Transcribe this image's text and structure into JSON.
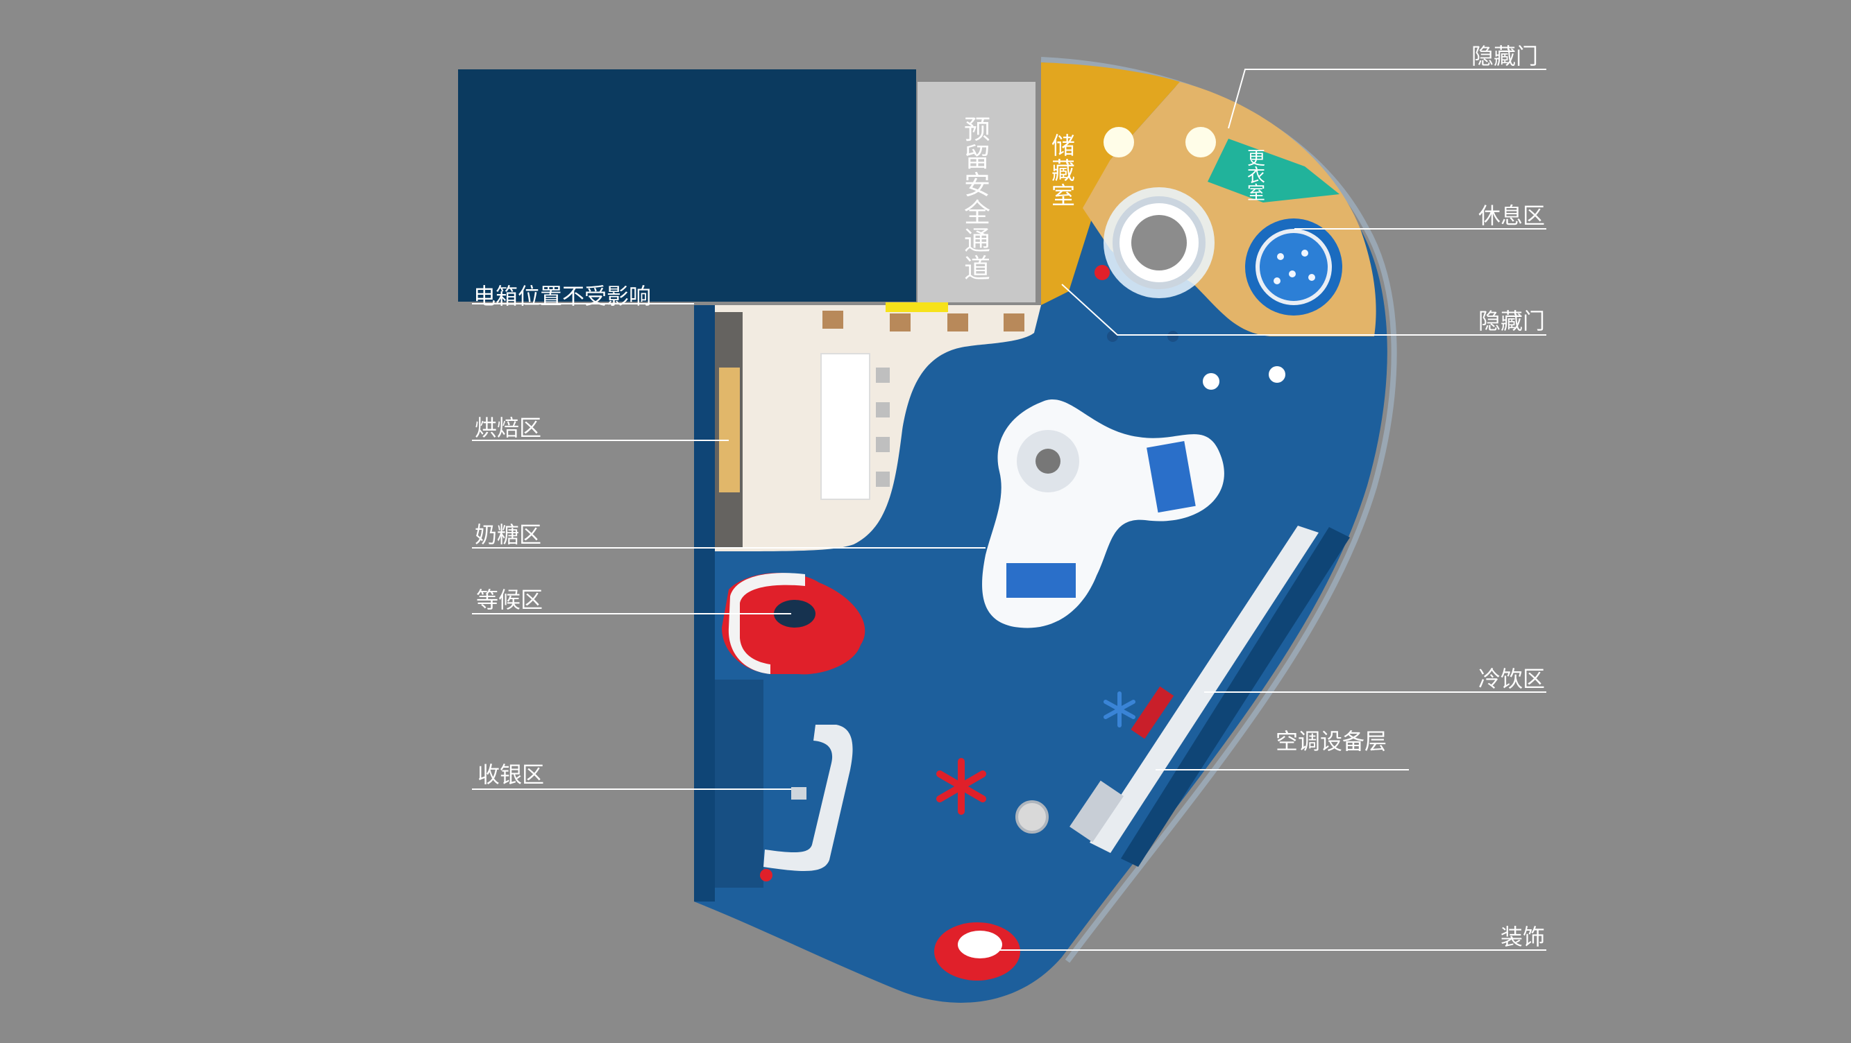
{
  "colors": {
    "background": "#8a8a8a",
    "electric_box": "#0b3a5f",
    "floor_blue": "#1d5f9c",
    "wall_blue": "#0f4576",
    "storage_gold": "#e2a61f",
    "lounge_wood": "#e3b469",
    "changing_teal": "#21b39b",
    "corridor_grey": "#c8c8c8",
    "bakery_cream": "#f2ebe1",
    "waiting_red": "#e0202a",
    "white": "#ffffff",
    "accent_yellow": "#f6e21a"
  },
  "rooms": {
    "safety_passage": [
      "预",
      "留",
      "安",
      "全",
      "通",
      "道"
    ],
    "storage": [
      "储",
      "藏",
      "室"
    ],
    "changing": [
      "更",
      "衣",
      "室"
    ]
  },
  "labels": {
    "electric_box": "电箱位置不受影响",
    "baking": "烘焙区",
    "toffee": "奶糖区",
    "waiting": "等候区",
    "cashier": "收银区",
    "hidden_door_top": "隐藏门",
    "rest": "休息区",
    "hidden_door_mid": "隐藏门",
    "cold_drink": "冷饮区",
    "ac_layer": "空调设备层",
    "decoration": "装饰"
  }
}
